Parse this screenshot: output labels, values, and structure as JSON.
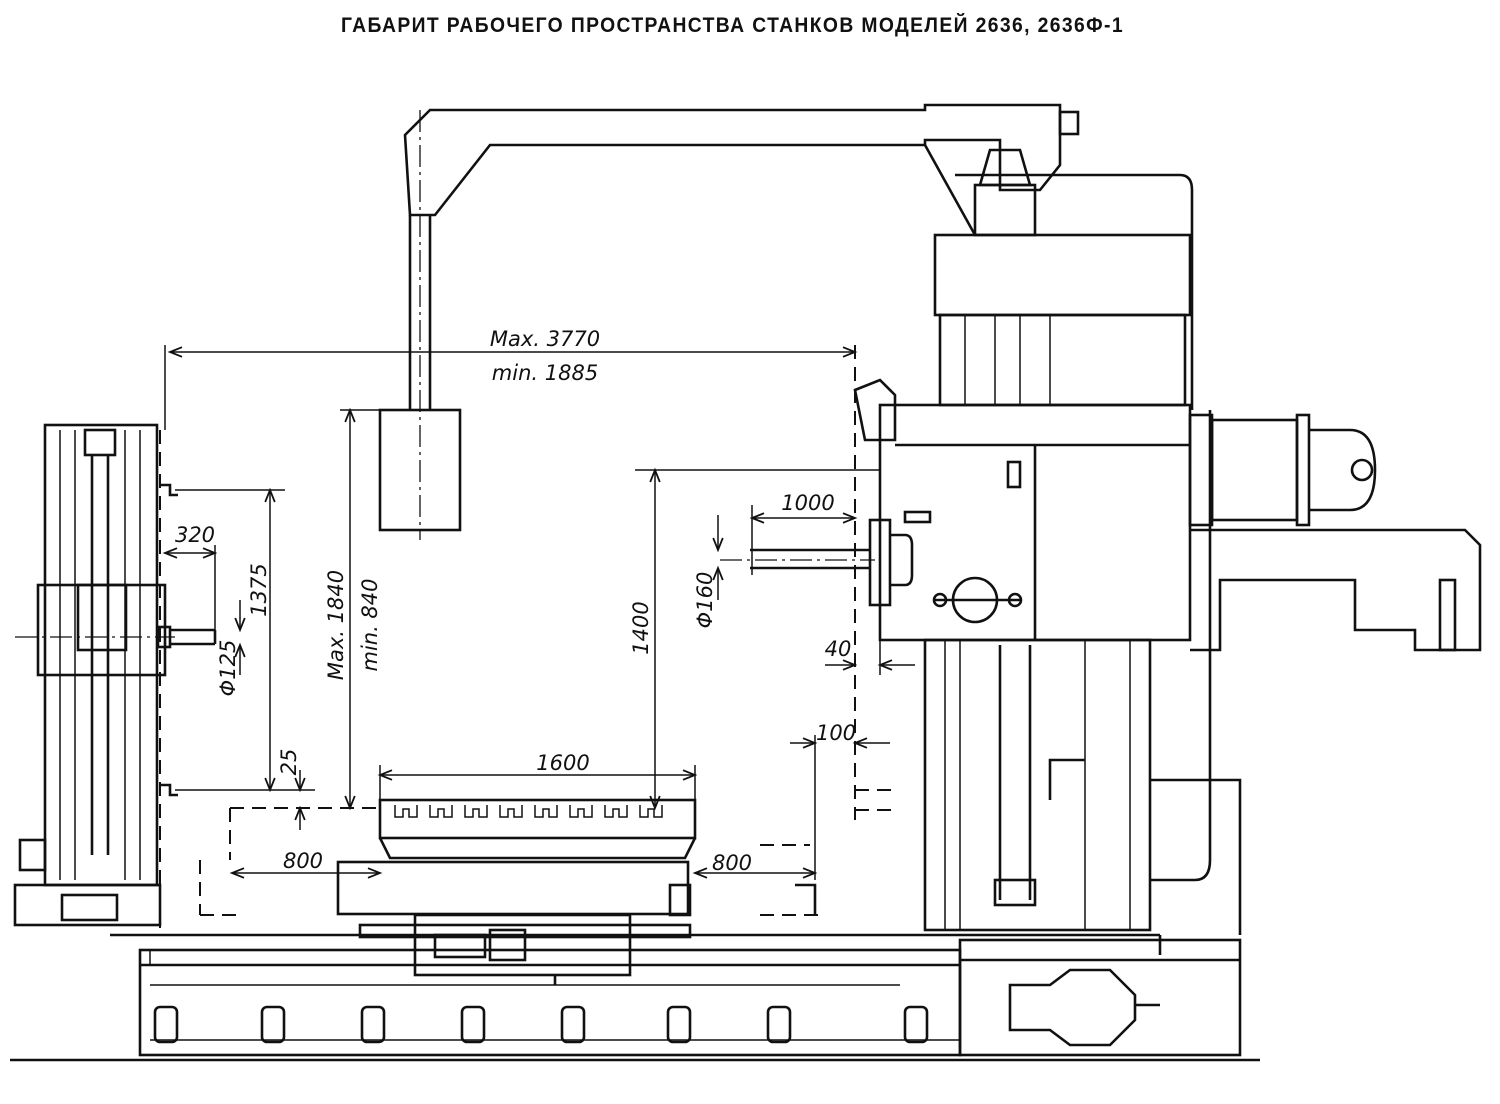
{
  "title": "ГАБАРИТ РАБОЧЕГО ПРОСТРАНСТВА СТАНКОВ МОДЕЛЕЙ 2636, 2636Ф-1",
  "dimensions": {
    "reach_max": "Max. 3770",
    "reach_min": "min. 1885",
    "back_offset": "320",
    "back_height": "1375",
    "back_diameter": "Φ125",
    "table_gap": "25",
    "height_max": "Max. 1840",
    "height_min": "min. 840",
    "spindle_height": "1400",
    "spindle_travel": "1000",
    "spindle_diameter": "Φ160",
    "offset_40": "40",
    "offset_100": "100",
    "table_width": "1600",
    "left_travel": "800",
    "right_travel": "800"
  }
}
